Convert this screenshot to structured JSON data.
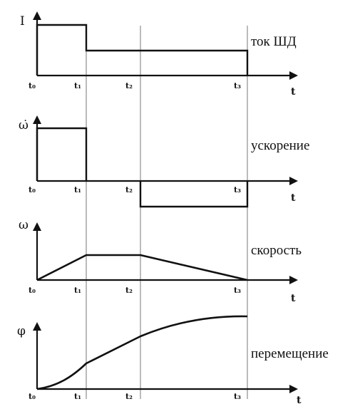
{
  "panels": [
    {
      "symbol": "I",
      "caption": "ток ШД",
      "x_label": "t",
      "ticks": [
        "t₀",
        "t₁",
        "t₂",
        "t₃"
      ]
    },
    {
      "symbol": "ω̇",
      "caption": "ускорение",
      "x_label": "t",
      "ticks": [
        "t₀",
        "t₁",
        "t₂",
        "t₃"
      ]
    },
    {
      "symbol": "ω",
      "caption": "скорость",
      "x_label": "t",
      "ticks": [
        "t₀",
        "t₁",
        "t₂",
        "t₃"
      ]
    },
    {
      "symbol": "φ",
      "caption": "перемещение",
      "x_label": "t",
      "ticks": [
        "t₀",
        "t₁",
        "t₂",
        "t₃"
      ]
    }
  ]
}
